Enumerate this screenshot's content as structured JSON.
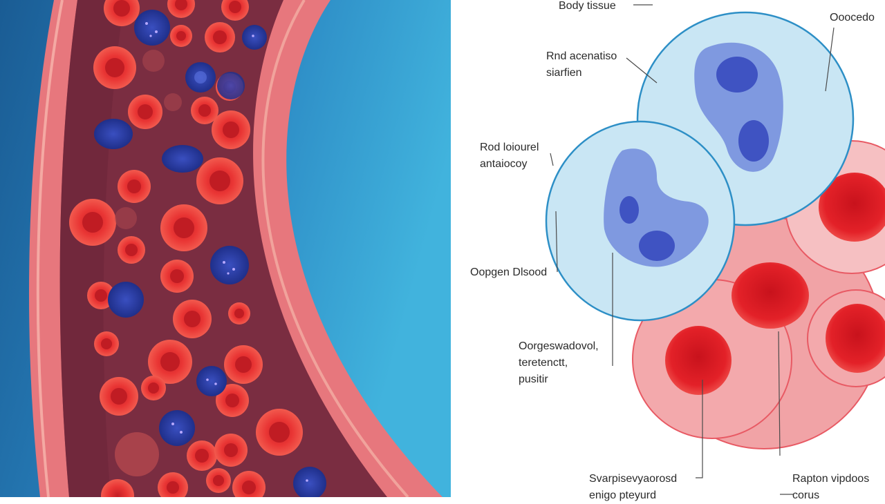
{
  "diagram": {
    "labels": {
      "body_tissue": "Body tissue",
      "top_right": "Ooocedo",
      "red_sensation": [
        "Rnd acenatiso",
        "siarfien"
      ],
      "red_blood_antibody": [
        "Rod loiourel",
        "antaiocoy"
      ],
      "oxygen_blood": "Oopgen Dlsood",
      "oxygenated_nutrient": [
        "Oorgeswadovol,",
        "teretenctt,",
        "pusitir"
      ],
      "bottom_left": [
        "Svarpisevyaorosd",
        "enigo pteyurd"
      ],
      "bottom_right": [
        "Rapton vipdoos",
        "corus"
      ]
    }
  },
  "colors": {
    "vessel_bg_dark": "#1a5c94",
    "vessel_bg_light": "#41b3dd",
    "vessel_wall": "#e7777d",
    "vessel_lumen": "#7a2d41",
    "red_cell": "#e42d2d",
    "blue_cell": "#2b3fa6",
    "white_cell_fill": "#c9e6f4",
    "white_cell_border": "#2d8fc6",
    "nucleus": "#4f6ed0",
    "pink_cell": "#f1a3a6"
  },
  "icons": [
    "blood-vessel-illustration",
    "white-blood-cell-icon",
    "red-blood-cell-icon"
  ]
}
